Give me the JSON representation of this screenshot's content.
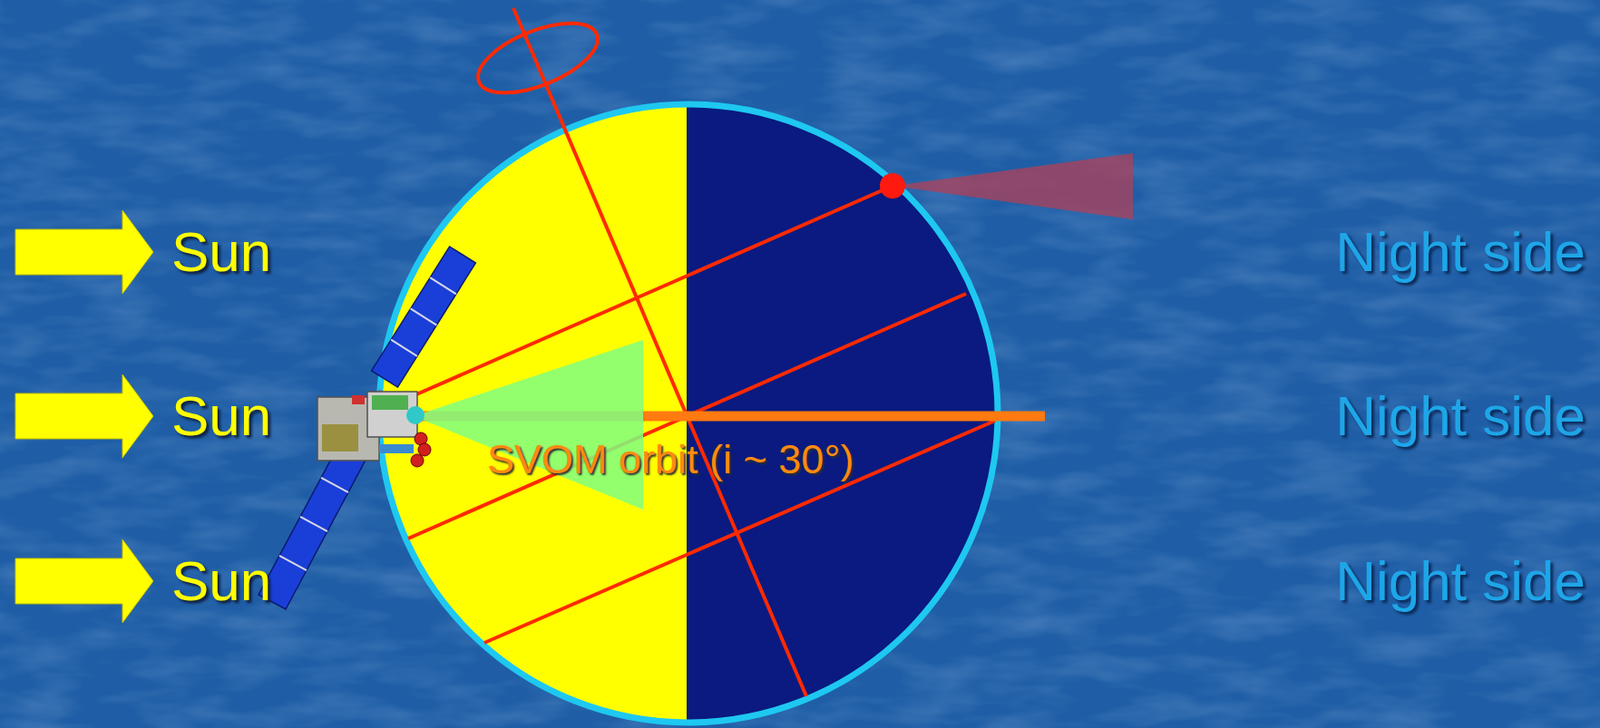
{
  "diagram": {
    "labels": [
      "Sun",
      "Sun",
      "Sun",
      "Night side",
      "Night side",
      "Night side",
      "SVOM orbit (i ~ 30°)"
    ]
  }
}
